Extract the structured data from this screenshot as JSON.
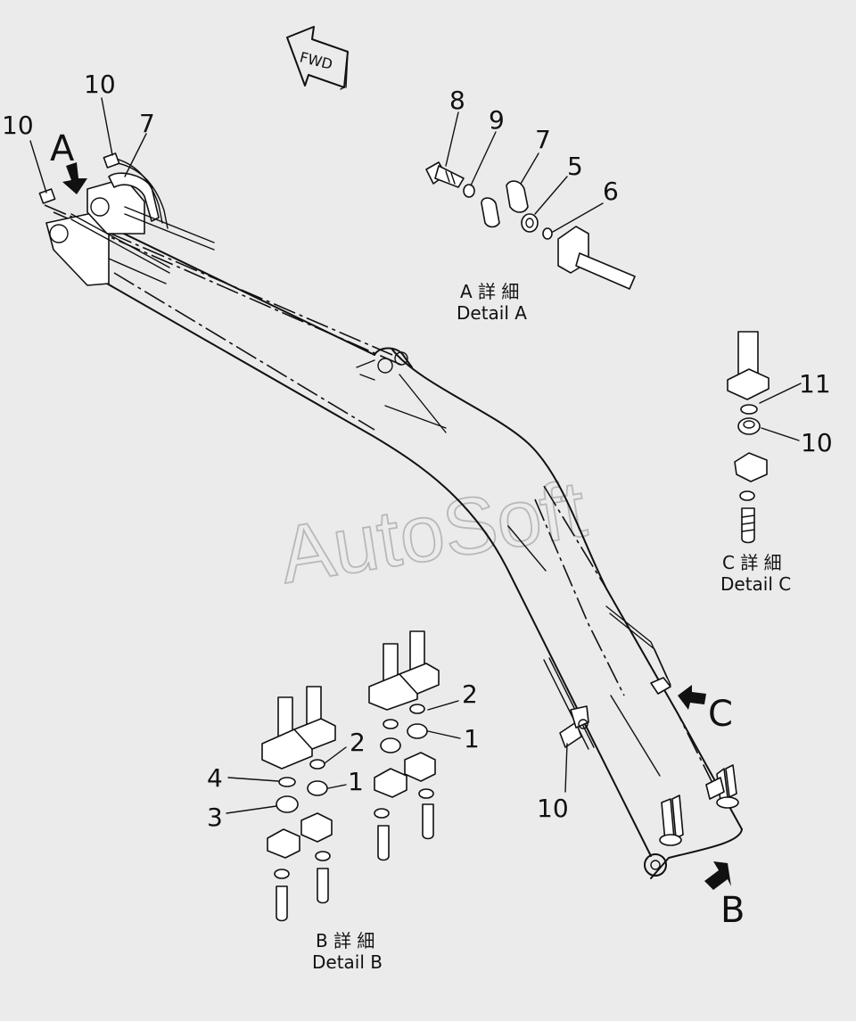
{
  "fwd": "FWD",
  "callouts": {
    "c10a": "10",
    "c10b": "10",
    "c7a": "7",
    "c8": "8",
    "c9": "9",
    "c7b": "7",
    "c5": "5",
    "c6": "6",
    "c11": "11",
    "c10c": "10",
    "c10d": "10",
    "c2a": "2",
    "c1a": "1",
    "c2b": "2",
    "c1b": "1",
    "c4": "4",
    "c3": "3"
  },
  "letters": {
    "a": "A",
    "b": "B",
    "c": "C"
  },
  "details": {
    "a_jp": "A 詳 細",
    "a_en": "Detail A",
    "b_jp": "B 詳 細",
    "b_en": "Detail B",
    "c_jp": "C 詳 細",
    "c_en": "Detail C"
  },
  "watermark": "AutoSoft",
  "colors": {
    "background": "#ebebeb",
    "ink": "#111111",
    "watermark": "#b8b8b8"
  }
}
